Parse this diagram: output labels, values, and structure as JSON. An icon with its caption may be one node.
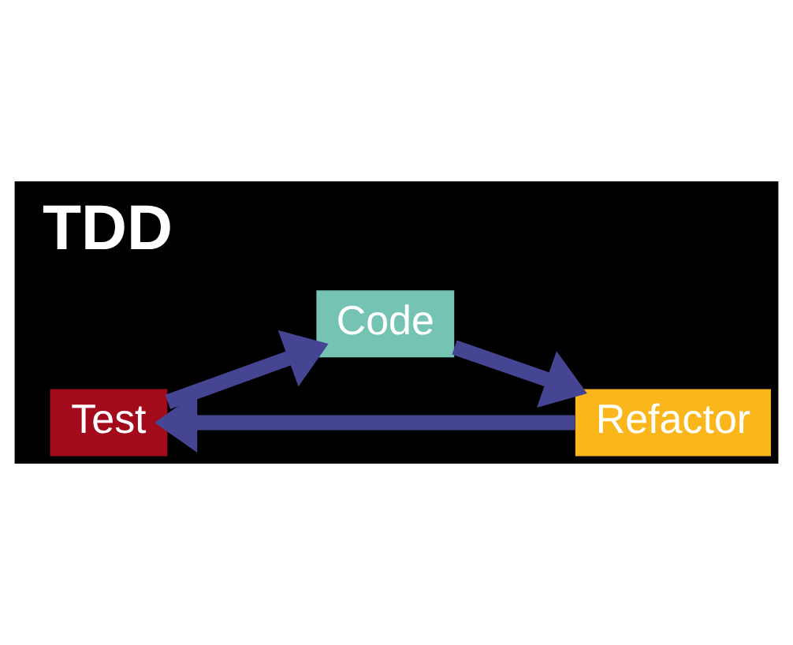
{
  "diagram": {
    "nodes": [
      {
        "text": [
          "Test"
        ]
      },
      {
        "text": [
          "Refactor"
        ]
      },
      {
        "text": [
          "Code"
        ]
      }
    ],
    "edges": [
      {
        "from": 1,
        "to": 0,
        "arrow": "to"
      },
      {
        "from": 0,
        "to": 2,
        "arrow": "to"
      },
      {
        "from": 2,
        "to": 1,
        "arrow": "to"
      }
    ],
    "labels": [
      "TDD"
    ]
  }
}
